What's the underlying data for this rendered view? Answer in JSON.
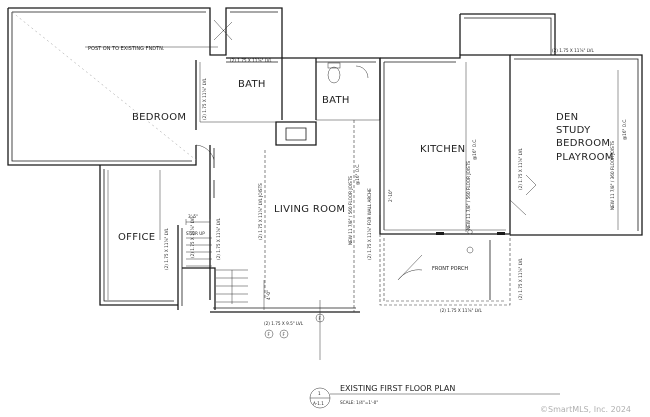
{
  "rooms": {
    "bedroom": "BEDROOM",
    "bath_upper": "BATH",
    "bath_lower": "BATH",
    "kitchen": "KITCHEN",
    "den": "DEN",
    "study": "STUDY",
    "bedroom2": "BEDROOM",
    "playroom": "PLAYROOM",
    "office": "OFFICE",
    "living_room": "LIVING ROOM",
    "front_porch": "FRONT PORCH"
  },
  "notes": {
    "post": "POST ON TO EXISTING FNDTN.",
    "lvl_bath": "(2) 1.75 X 11⅞\" LVL",
    "lvl_bath_v": "(2) 1.75 X 11⅞\" LVL",
    "joists_living": "NEW 11 7/8\" / 560 FLOOR JOISTS",
    "oc_living": "@16\" O.C.",
    "wall_arch": "(2) 1.75 X 11⅞\" FOR WALL ARCHE",
    "dim_210": "2'-10\"",
    "dim_35": "3'-5\"",
    "dim_40": "4'-0\"",
    "joists_kitchen": "NEW 11 7/8\" / 560 FLOOR JOISTS",
    "oc_kitchen": "@16\" O.C.",
    "joists_den": "NEW 11 7/8\" / 360 FLOOR JOISTS",
    "oc_den": "@16\" O.C.",
    "lvl_kitchen": "(2) 1.75 X 11⅞\" LVL",
    "lvl_den": "(2) 1.75 X 11⅞\" LVL",
    "lvl_porch_v": "(2) 1.75 X 11⅞\" LVL",
    "lvl_porch": "(2) 1.75 X 11⅞\" LVL",
    "lvl_office": "(2) 1.75 X 11⅞\" LVL",
    "lvl_stair": "(2) 1.75 X 11⅞\" LVL",
    "lvl_stair2": "(2) 1.75 X 11⅞\" LVL",
    "lvl_living_v": "(2) 1.75 X 11⅞\" LVL JOISTS",
    "lvl_bottom": "(2) 1.75 X 9.5\" LVL",
    "stair_up": "STAIR UP",
    "marker_f1": "F",
    "marker_f2": "F",
    "marker_f3": "F"
  },
  "title_block": {
    "title": "EXISTING FIRST FLOOR PLAN",
    "number": "1",
    "sheet": "A-1.1",
    "scale": "SCALE: 1/4\"=1'-0\""
  },
  "watermark": "©SmartMLS, Inc.  2024"
}
